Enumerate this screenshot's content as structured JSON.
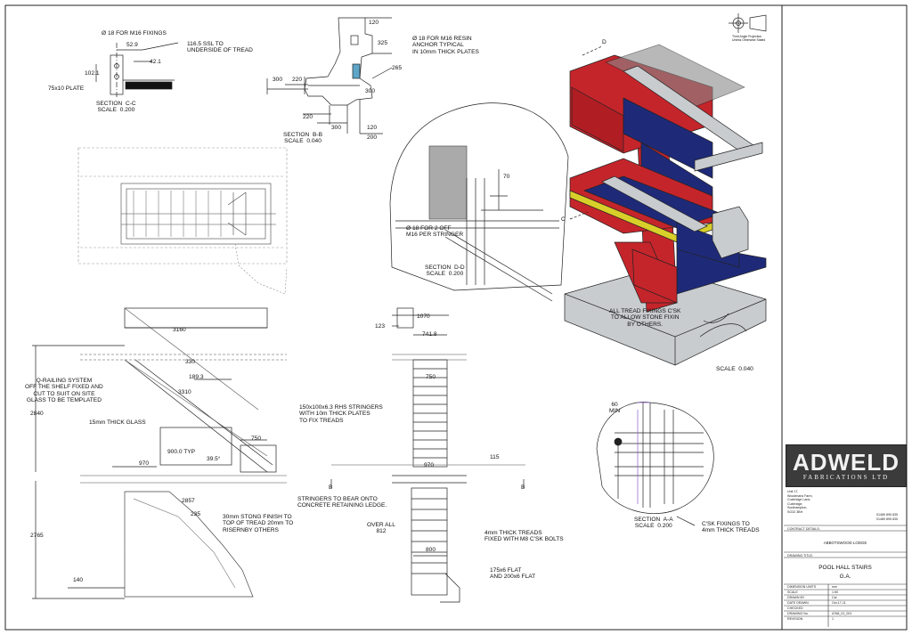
{
  "section_cc": {
    "hole": "Ø 18 FOR M16 FIXINGS",
    "d1": "52.9",
    "ssl": "116.5 SSL TO\nUNDERSIDE OF TREAD",
    "d2": "42.1",
    "d3": "102.1",
    "plate": "75x10 PLATE",
    "title": "SECTION  C-C\nSCALE  0.200"
  },
  "section_bb": {
    "d120a": "120",
    "d325": "325",
    "anchor": "Ø 18 FOR M16 RESIN\nANCHOR TYPICAL\nIN 10mm THICK PLATES",
    "d265": "265",
    "d300a": "300",
    "d220a": "220",
    "d300b": "300",
    "d220b": "220",
    "d300c": "300",
    "d120b": "120",
    "d200": "200",
    "title": "SECTION  B-B\nSCALE  0.040"
  },
  "section_dd": {
    "d70": "70",
    "note": "Ø 18 FOR 2 OFF\nM16 PER STRINGER",
    "title": "SECTION  D-D\nSCALE  0.200"
  },
  "iso": {
    "cut_d": "D",
    "cut_c": "C",
    "note": "ALL TREAD FIXINGS C'SK\nTO ALLOW STONE FIXIN\nBY OTHERS.",
    "scale": "SCALE  0.040",
    "proj_note": "Third Angle Projection\nUnless Otherwise Stated"
  },
  "elev_side": {
    "d3160": "3160",
    "d330": "330",
    "d1893": "189.3",
    "railing": "Q-RAILING SYSTEM\nOFF THE SHELF FIXED AND\nCUT TO SUIT ON SITE\nGLASS TO BE TEMPLATED",
    "d3310": "3310",
    "d2840": "2840",
    "rhs": "150x100x6.3 RHS STRINGERS\nWITH 10m THICK PLATES\nTO FIX TREADS",
    "glass": "15mm THICK GLASS",
    "d750": "750",
    "d900": "900.0 TYP",
    "d970": "970",
    "angle": "39.5°",
    "stringers": "STRINGERS TO BEAR ONTO\nCONCRETE RETAINING LEDGE.",
    "d2857": "2857",
    "d235": "235",
    "stone": "30mm STONG FINISH TO\nTOP OF TREAD 20mm TO\nRISERNBY OTHERS",
    "d2765": "2765",
    "d140": "140"
  },
  "elev_front": {
    "d1070": "1070",
    "d123": "123",
    "d7418": "741.8",
    "d750": "750",
    "d115": "115",
    "d970": "970",
    "cut_b1": "B",
    "cut_b2": "B",
    "treads": "4mm THICK TREADS\nFIXED WITH M8 C'SK BOLTS",
    "overall": "OVER ALL\n812",
    "d800": "800",
    "flat": "175x6 FLAT\nAND 200x6 FLAT"
  },
  "section_aa": {
    "min": "60\nMIN",
    "csk": "C'SK FIXINGS TO\n4mm THICK TREADS",
    "title": "SECTION  A-A\nSCALE  0.200"
  },
  "title_block": {
    "logo": "ADWELD",
    "logo_sub": "FABRICATIONS LTD",
    "address": "Unit 17,\nWoodmans Farm,\nCuxbridge Lane,\nCuxbridge,\nSouthampton,\nSO32 3BH",
    "phone": "01489 895 835\n01489 895 835",
    "contract_label": "CONTRACT DETAILS:",
    "contract": "ABBOTSWOOD LODGE",
    "drawing_label": "DRAWING TITLE:",
    "title": "POOL HALL STAIRS",
    "subtitle": "G.A.",
    "row_labels": [
      "DIMENSION UNITS",
      "SCALE",
      "DRAWN BY",
      "DATE DRAWN",
      "CHECKED",
      "DRAWING No.",
      "REVISION"
    ],
    "row_values": [
      "mm",
      "1:50",
      "Cal",
      "Oct-17-11",
      "",
      "A768_01_001",
      "1"
    ],
    "colors": {
      "logo_bg": "#3b3b3b",
      "red": "#c4252b",
      "navy": "#1e2a78",
      "yellow": "#d8cf2a",
      "concrete": "#c9cccf"
    }
  }
}
